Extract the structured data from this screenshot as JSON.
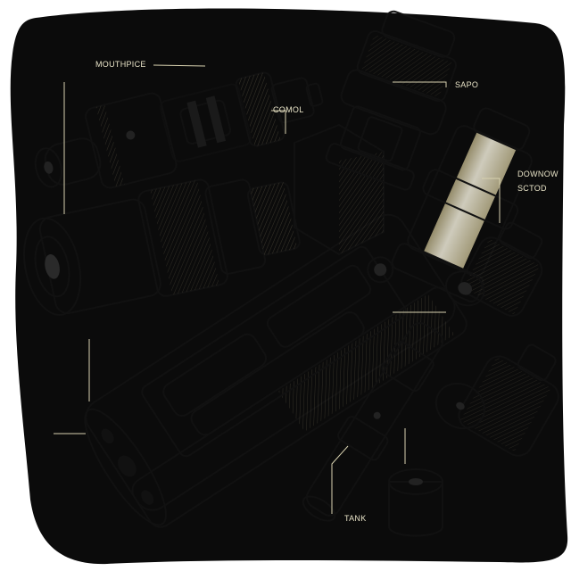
{
  "colors": {
    "background": "#0b0b0b",
    "part_fill": "#f3eed2",
    "part_shade": "#c9c09a",
    "part_highlight": "#fffbe8",
    "outline": "#111111",
    "label": "#e9e4c8"
  },
  "labels": {
    "mouthpiece": "MOUTHPICE",
    "coil": "COMOL",
    "top": "SAPO",
    "right_top": "DOWNOW",
    "right_bottom": "SCTOD",
    "tank": "TANK"
  }
}
